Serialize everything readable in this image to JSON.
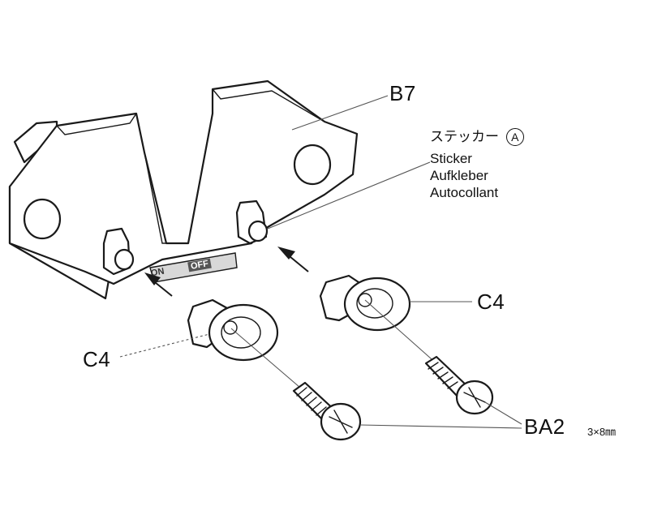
{
  "labels": {
    "plate": "B7",
    "sticker_jp": "ステッカー",
    "sticker_mark": "A",
    "sticker_en": "Sticker",
    "sticker_de": "Aufkleber",
    "sticker_fr": "Autocollant",
    "grommet_right": "C4",
    "grommet_left": "C4",
    "screw": "BA2",
    "screw_size": "3×8㎜"
  },
  "sticker_text": {
    "on": "ON",
    "off": "OFF"
  }
}
